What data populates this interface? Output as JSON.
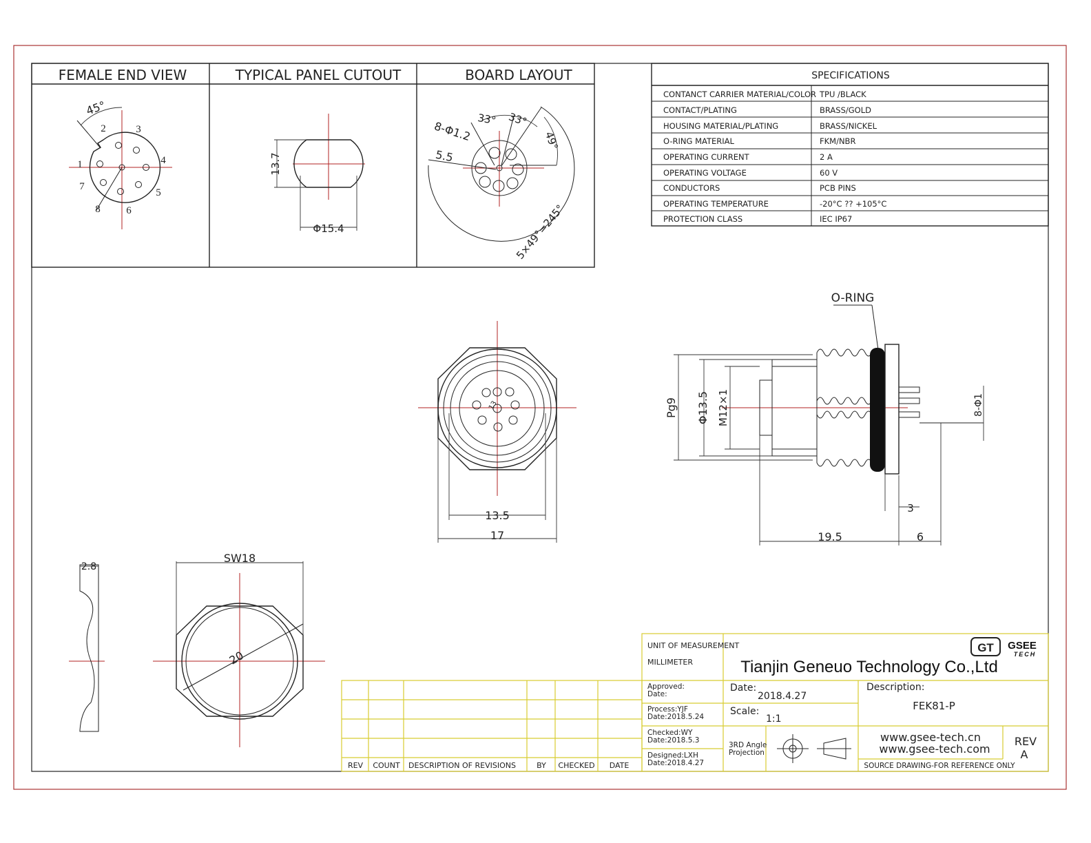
{
  "views": {
    "female_end": "FEMALE END VIEW",
    "panel_cutout": "TYPICAL PANEL CUTOUT",
    "board_layout": "BOARD  LAYOUT"
  },
  "female_end": {
    "angle": "45°",
    "pins": [
      "1",
      "2",
      "3",
      "4",
      "5",
      "6",
      "7",
      "8"
    ]
  },
  "panel_cutout": {
    "height": "13.7",
    "dia": "Φ15.4"
  },
  "board_layout": {
    "hole_dim": "8-Φ1.2",
    "ang1": "33°",
    "ang2": "33°",
    "ang3": "49°",
    "offset": "5.5",
    "total": "5×49°=245°"
  },
  "front_view": {
    "center": "13",
    "inner": "13.5",
    "outer": "17"
  },
  "side_view": {
    "oring": "O-RING",
    "pg": "Pg9",
    "dia": "Φ13.5",
    "thread": "M12×1",
    "pin": "8-Φ1",
    "len": "19.5",
    "flange": "6",
    "step": "3"
  },
  "nut": {
    "thick": "2.8",
    "sw": "SW18",
    "dia": "20"
  },
  "specs": {
    "title": "SPECIFICATIONS",
    "rows": [
      {
        "k": "CONTANCT CARRIER MATERIAL/COLOR",
        "v": "TPU /BLACK"
      },
      {
        "k": "CONTACT/PLATING",
        "v": "BRASS/GOLD"
      },
      {
        "k": "HOUSING MATERIAL/PLATING",
        "v": "BRASS/NICKEL"
      },
      {
        "k": "O-RING  MATERIAL",
        "v": "FKM/NBR"
      },
      {
        "k": "OPERATING CURRENT",
        "v": "2 A"
      },
      {
        "k": "OPERATING VOLTAGE",
        "v": "60 V"
      },
      {
        "k": "CONDUCTORS",
        "v": "PCB PINS"
      },
      {
        "k": "OPERATING TEMPERATURE",
        "v": "-20°C ?? +105°C"
      },
      {
        "k": "PROTECTION CLASS",
        "v": "IEC   IP67"
      }
    ]
  },
  "revisions": {
    "headers": [
      "REV",
      "COUNT",
      "DESCRIPTION  OF  REVISIONS",
      "BY",
      "CHECKED",
      "DATE"
    ]
  },
  "title_block": {
    "unit_label": "UNIT OF MEASUREMENT",
    "unit_value": "MILLIMETER",
    "company": "Tianjin Geneuo Technology Co.,Ltd",
    "logo_gt": "GT",
    "logo_top": "GSEE",
    "logo_bottom": "TECH",
    "approved": "Approved:",
    "approved_date": "Date:",
    "process": "Process:YJF",
    "process_date": "Date:2018.5.24",
    "checked": "Checked:WY",
    "checked_date": "Date:2018.5.3",
    "designed": "Designed:LXH",
    "designed_date": "Date:2018.4.27",
    "date_label": "Date:",
    "date_value": "2018.4.27",
    "scale_label": "Scale:",
    "scale_value": "1:1",
    "projection_1": "3RD Angle",
    "projection_2": "Projection",
    "desc_label": "Description:",
    "desc_value": "FEK81-P",
    "web1": "www.gsee-tech.cn",
    "web2": "www.gsee-tech.com",
    "rev_label": "REV",
    "rev_value": "A",
    "source": "SOURCE DRAWING-FOR REFERENCE ONLY"
  }
}
